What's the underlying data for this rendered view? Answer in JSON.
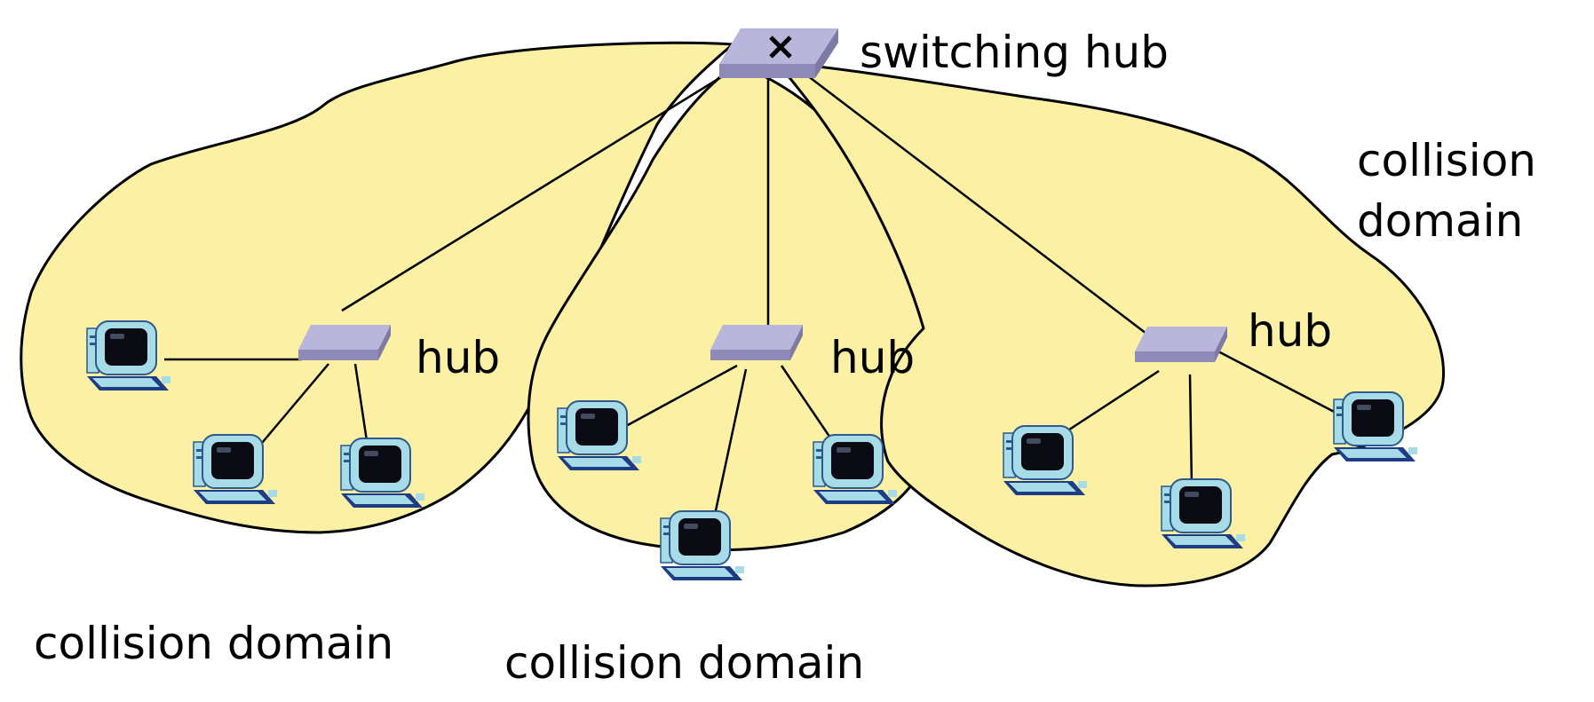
{
  "colors": {
    "domain_fill": "#fbf0a4",
    "hub_top": "#b9b6dc",
    "hub_side": "#8e8ab8",
    "monitor_frame": "#a7dbe8",
    "screen": "#0b0b14",
    "pc_base": "#1c3c84"
  },
  "icons": {
    "switching_hub": "switch-x-icon",
    "hub": "hub-icon",
    "computer": "desktop-computer-icon"
  },
  "labels": {
    "switching_hub": "switching hub",
    "hub_left": "hub",
    "hub_middle": "hub",
    "hub_right": "hub",
    "collision_domain_left": "collision domain",
    "collision_domain_middle": "collision domain",
    "collision_domain_right_line1": "collision",
    "collision_domain_right_line2": "domain"
  }
}
